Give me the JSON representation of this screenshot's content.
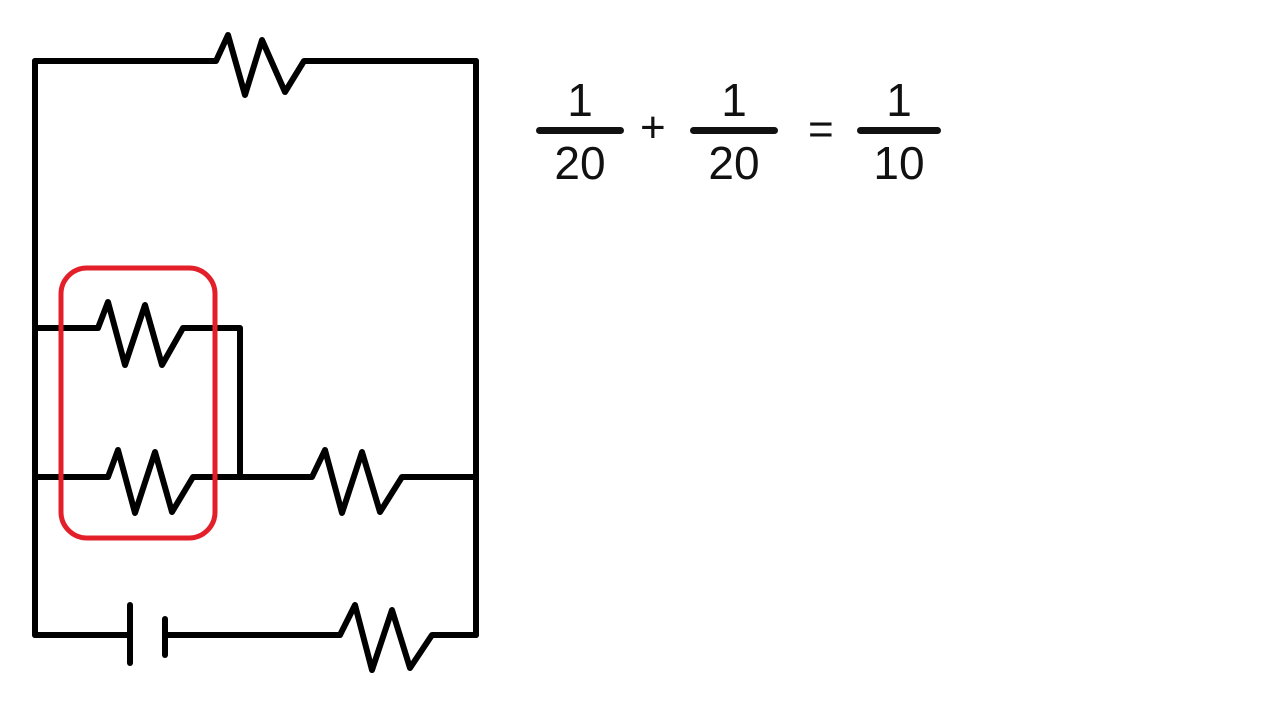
{
  "diagram": {
    "type": "circuit-schematic",
    "components": [
      {
        "id": "r_top",
        "kind": "resistor",
        "position": "top wire"
      },
      {
        "id": "r_parallel_upper",
        "kind": "resistor",
        "position": "upper parallel branch",
        "highlighted": true
      },
      {
        "id": "r_parallel_lower",
        "kind": "resistor",
        "position": "lower parallel branch",
        "highlighted": true
      },
      {
        "id": "r_middle_series",
        "kind": "resistor",
        "position": "middle wire right of parallel pair"
      },
      {
        "id": "battery",
        "kind": "battery",
        "position": "bottom wire left"
      },
      {
        "id": "r_bottom",
        "kind": "resistor",
        "position": "bottom wire right"
      }
    ],
    "highlight_color": "#e3202a",
    "wire_color": "#000000"
  },
  "equation": {
    "term1": {
      "numerator": "1",
      "denominator": "20"
    },
    "plus": "+",
    "term2": {
      "numerator": "1",
      "denominator": "20"
    },
    "equals": "=",
    "result": {
      "numerator": "1",
      "denominator": "10"
    }
  }
}
